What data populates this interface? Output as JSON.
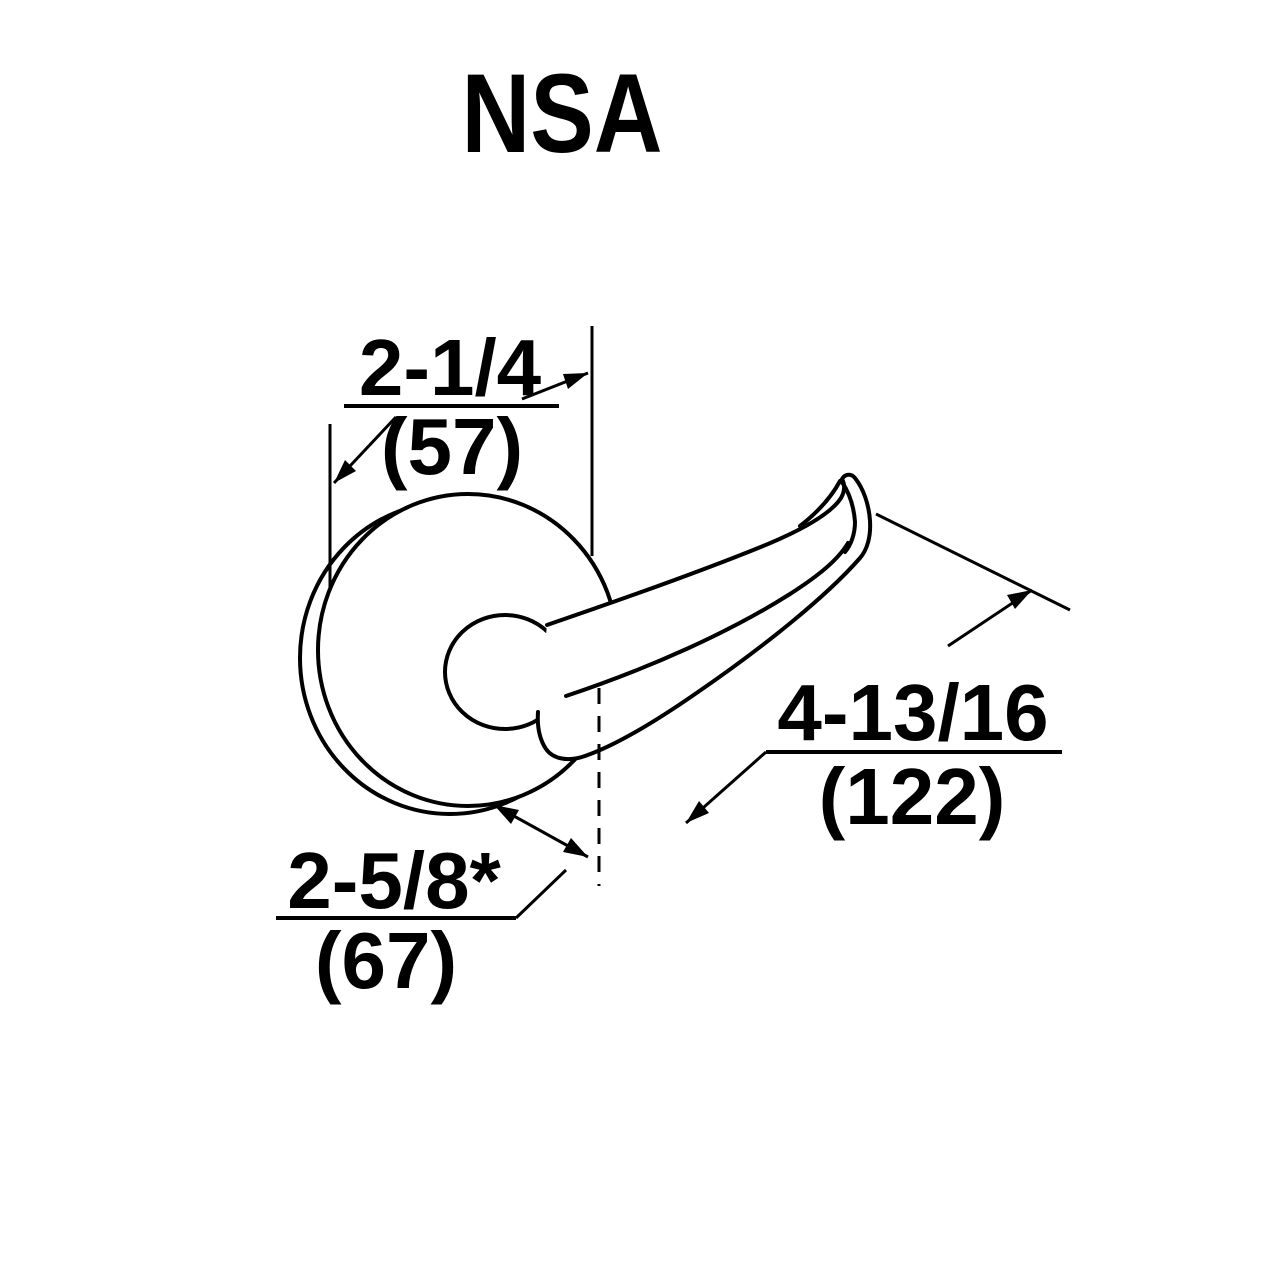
{
  "title": "NSA",
  "dimensions": {
    "rose_diameter": {
      "imperial": "2-1/4",
      "metric": "(57)"
    },
    "lever_length": {
      "imperial": "4-13/16",
      "metric": "(122)"
    },
    "projection": {
      "imperial": "2-5/8*",
      "metric": "(67)"
    }
  },
  "colors": {
    "line": "#000000",
    "background": "#ffffff"
  }
}
